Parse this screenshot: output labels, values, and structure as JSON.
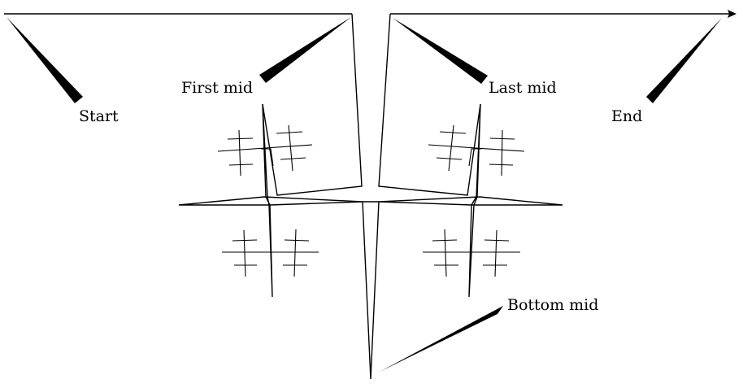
{
  "labels": {
    "start": "Start",
    "first_mid": "First mid",
    "last_mid": "Last mid",
    "end": "End",
    "bottom_mid": "Bottom mid"
  },
  "colors": {
    "ink": "#000000",
    "background": "#ffffff"
  }
}
